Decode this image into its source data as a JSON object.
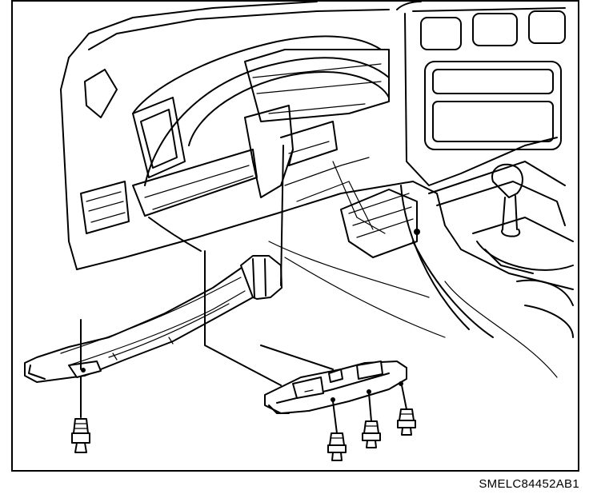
{
  "figure": {
    "code": "SMELC84452AB1",
    "parts": [
      "dashboard",
      "center-console",
      "gear-shifter",
      "air-duct",
      "duct-bracket",
      "mounting-bolt"
    ]
  }
}
